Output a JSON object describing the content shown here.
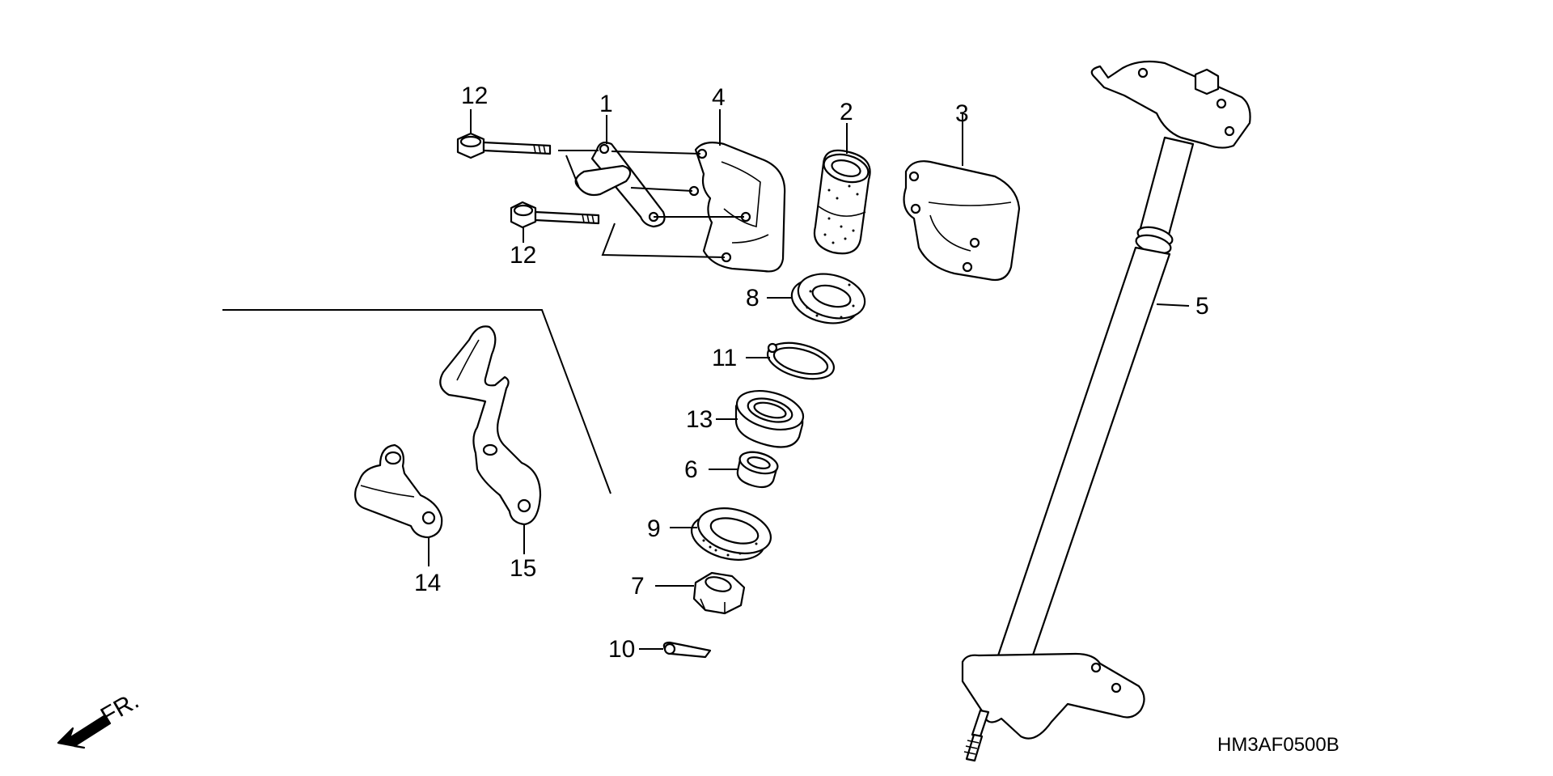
{
  "diagram": {
    "code": "HM3AF0500B",
    "front_mark": "FR.",
    "callouts": [
      {
        "id": "c1",
        "text": "1"
      },
      {
        "id": "c2",
        "text": "2"
      },
      {
        "id": "c3",
        "text": "3"
      },
      {
        "id": "c4",
        "text": "4"
      },
      {
        "id": "c5",
        "text": "5"
      },
      {
        "id": "c6",
        "text": "6"
      },
      {
        "id": "c7",
        "text": "7"
      },
      {
        "id": "c8",
        "text": "8"
      },
      {
        "id": "c9",
        "text": "9"
      },
      {
        "id": "c10",
        "text": "10"
      },
      {
        "id": "c11",
        "text": "11"
      },
      {
        "id": "c12a",
        "text": "12"
      },
      {
        "id": "c12b",
        "text": "12"
      },
      {
        "id": "c13",
        "text": "13"
      },
      {
        "id": "c14",
        "text": "14"
      },
      {
        "id": "c15",
        "text": "15"
      }
    ]
  }
}
